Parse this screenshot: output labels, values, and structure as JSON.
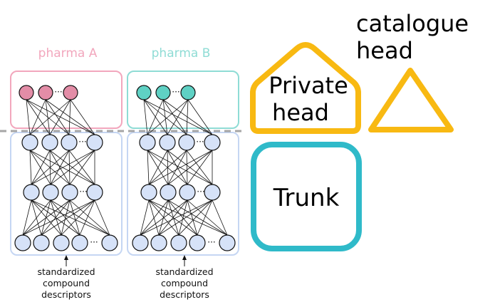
{
  "pharma_a": {
    "title": "pharma A",
    "descriptor_label": [
      "standardized",
      "compound",
      "descriptors"
    ]
  },
  "pharma_b": {
    "title": "pharma B",
    "descriptor_label": [
      "standardized",
      "compound",
      "descriptors"
    ]
  },
  "legend": {
    "private_head": [
      "Private",
      "head"
    ],
    "catalogue_head": [
      "catalogue",
      "head"
    ],
    "trunk": "Trunk"
  },
  "ellipsis": "···",
  "colors": {
    "pharma_a": "#f2a7bd",
    "pharma_b": "#8fdcd5",
    "trunk_box": "#c5d6f3",
    "private_head_shape": "#f8b912",
    "catalogue_head_shape": "#f8b912",
    "trunk_shape": "#2fbac9",
    "divider": "#a6a6a6"
  }
}
